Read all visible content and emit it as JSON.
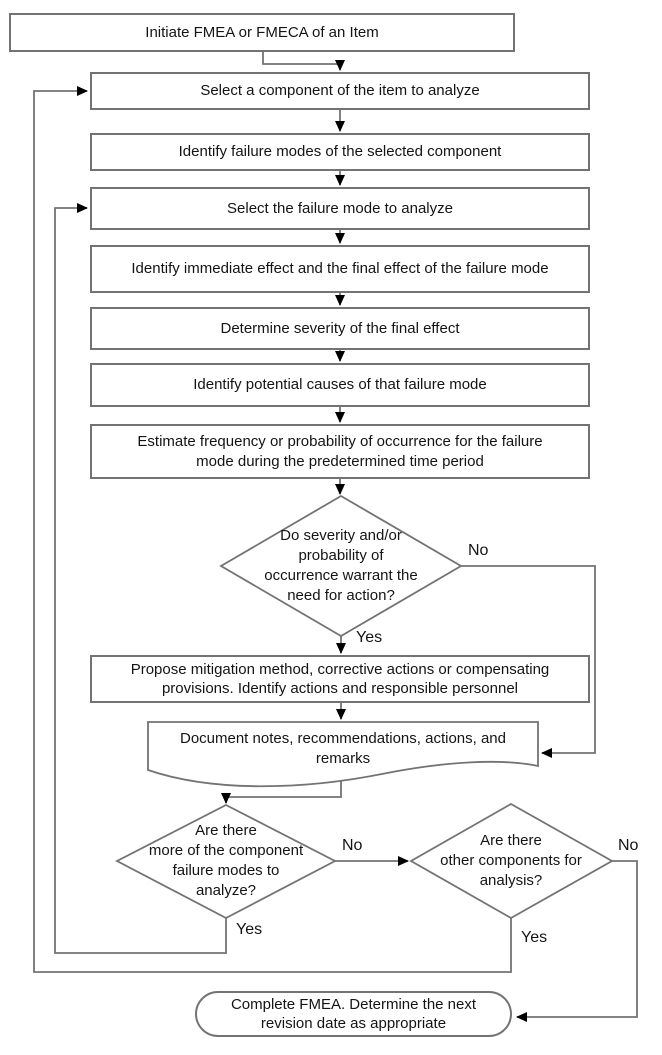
{
  "colors": {
    "background": "#ffffff",
    "line": "#737373",
    "arrowhead": "#000000",
    "text": "#141414"
  },
  "nodes": {
    "initiate": {
      "type": "process",
      "label": "Initiate FMEA or FMECA of an Item"
    },
    "select_component": {
      "type": "process",
      "label": "Select a component of the item to analyze"
    },
    "identify_failure_modes": {
      "type": "process",
      "label": "Identify failure modes of the selected component"
    },
    "select_failure_mode": {
      "type": "process",
      "label": "Select the failure mode to analyze"
    },
    "identify_effects": {
      "type": "process",
      "label": "Identify immediate effect and the final effect of the failure mode"
    },
    "determine_severity": {
      "type": "process",
      "label": "Determine severity of the final effect"
    },
    "identify_causes": {
      "type": "process",
      "label": "Identify potential causes of that failure mode"
    },
    "estimate_frequency": {
      "type": "process",
      "label": "Estimate frequency or probability of occurrence for the failure\nmode during the predetermined time period"
    },
    "severity_decision": {
      "type": "decision",
      "label": "Do severity and/or\nprobability of\noccurrence warrant the\nneed for action?"
    },
    "propose_mitigation": {
      "type": "process",
      "label": "Propose mitigation method, corrective actions or compensating\nprovisions. Identify actions and responsible personnel"
    },
    "document_notes": {
      "type": "document",
      "label": "Document notes, recommendations, actions, and\nremarks"
    },
    "more_failure_modes_decision": {
      "type": "decision",
      "label": "Are there\nmore of the component\nfailure modes to\nanalyze?"
    },
    "other_components_decision": {
      "type": "decision",
      "label": "Are there\nother components for\nanalysis?"
    },
    "complete": {
      "type": "terminator",
      "label": "Complete FMEA. Determine the next\nrevision date as appropriate"
    }
  },
  "edge_labels": {
    "severity_no": "No",
    "severity_yes": "Yes",
    "more_modes_no": "No",
    "more_modes_yes": "Yes",
    "other_components_no": "No",
    "other_components_yes": "Yes"
  }
}
